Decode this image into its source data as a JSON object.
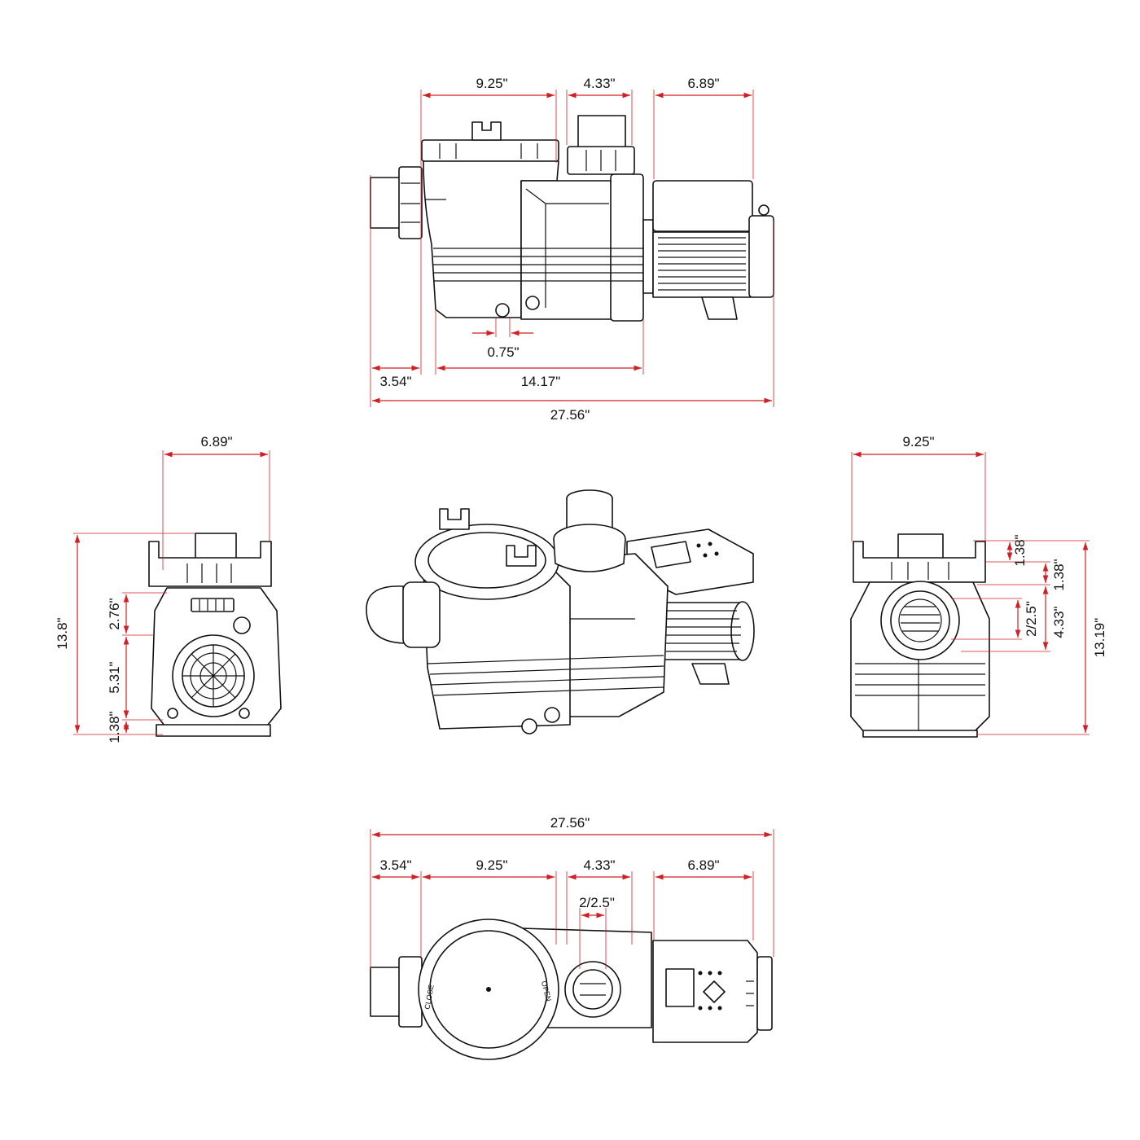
{
  "diagram": {
    "type": "technical-dimension-drawing",
    "views": {
      "side_top": {
        "dims": {
          "a": "9.25\"",
          "b": "4.33\"",
          "c": "6.89\"",
          "d": "0.75\"",
          "e": "3.54\"",
          "f": "14.17\"",
          "g": "27.56\""
        }
      },
      "front_left": {
        "dims": {
          "width": "6.89\"",
          "height": "13.8\"",
          "h1": "2.76\"",
          "h2": "5.31\"",
          "h3": "1.38\""
        }
      },
      "back_right": {
        "dims": {
          "width": "9.25\"",
          "h1": "1.38\"",
          "h2": "1.38\"",
          "port": "2/2.5\"",
          "h3": "4.33\"",
          "height": "13.19\""
        }
      },
      "top_bottom": {
        "dims": {
          "total": "27.56\"",
          "a": "3.54\"",
          "b": "9.25\"",
          "c": "4.33\"",
          "d": "6.89\"",
          "port": "2/2.5\""
        },
        "labels": {
          "close": "CLOSE",
          "open": "OPEN"
        }
      }
    },
    "colors": {
      "dimension_line": "#d21f26",
      "ink": "#111111",
      "background": "#ffffff"
    }
  }
}
